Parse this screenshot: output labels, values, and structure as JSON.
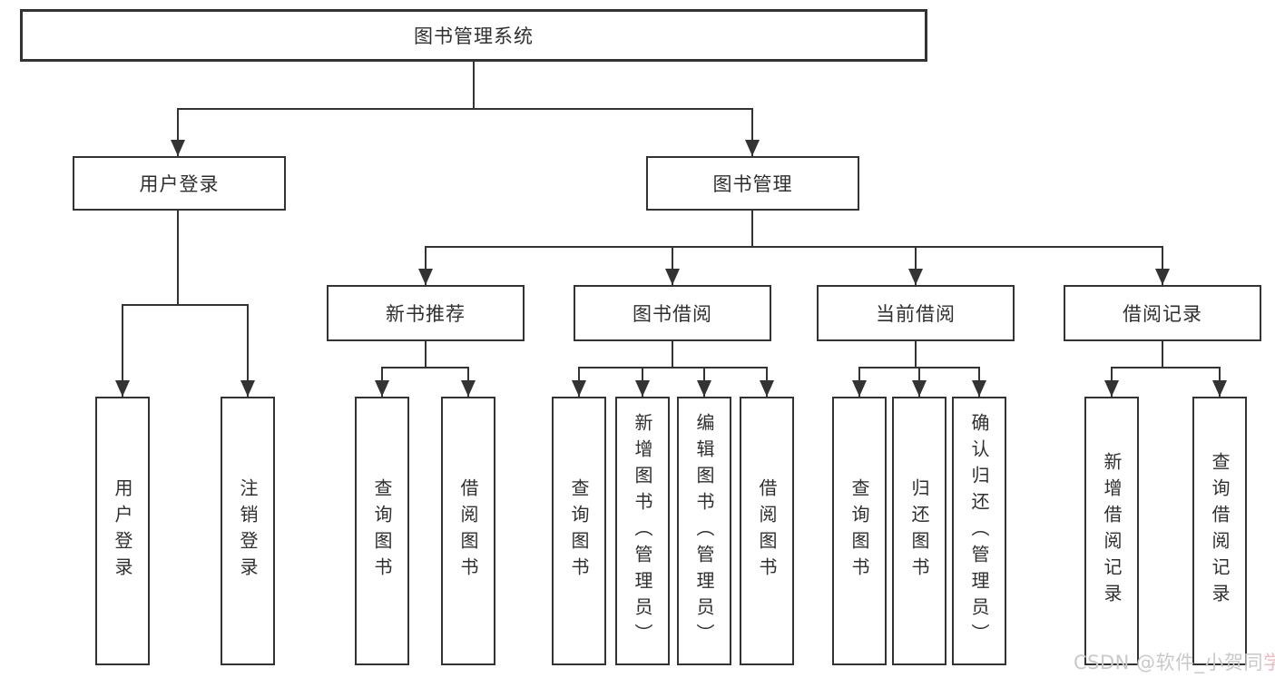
{
  "tree": {
    "root": "图书管理系统",
    "children": [
      {
        "label": "用户登录",
        "children": [
          "用户登录",
          "注销登录"
        ]
      },
      {
        "label": "图书管理",
        "children": [
          {
            "label": "新书推荐",
            "children": [
              "查询图书",
              "借阅图书"
            ]
          },
          {
            "label": "图书借阅",
            "children": [
              "查询图书",
              "新增图书（管理员）",
              "编辑图书（管理员）",
              "借阅图书"
            ]
          },
          {
            "label": "当前借阅",
            "children": [
              "查询图书",
              "归还图书",
              "确认归还（管理员）"
            ]
          },
          {
            "label": "借阅记录",
            "children": [
              "新增借阅记录",
              "查询借阅记录"
            ]
          }
        ]
      }
    ]
  },
  "watermark": {
    "text_main": "CSDN @软件_小贺同",
    "text_accent": "学"
  },
  "colors": {
    "line": "#333333",
    "text": "#2f2f2f",
    "background": "#ffffff",
    "watermark": "#c9c9c9",
    "watermark_accent": "#efb9bd"
  }
}
